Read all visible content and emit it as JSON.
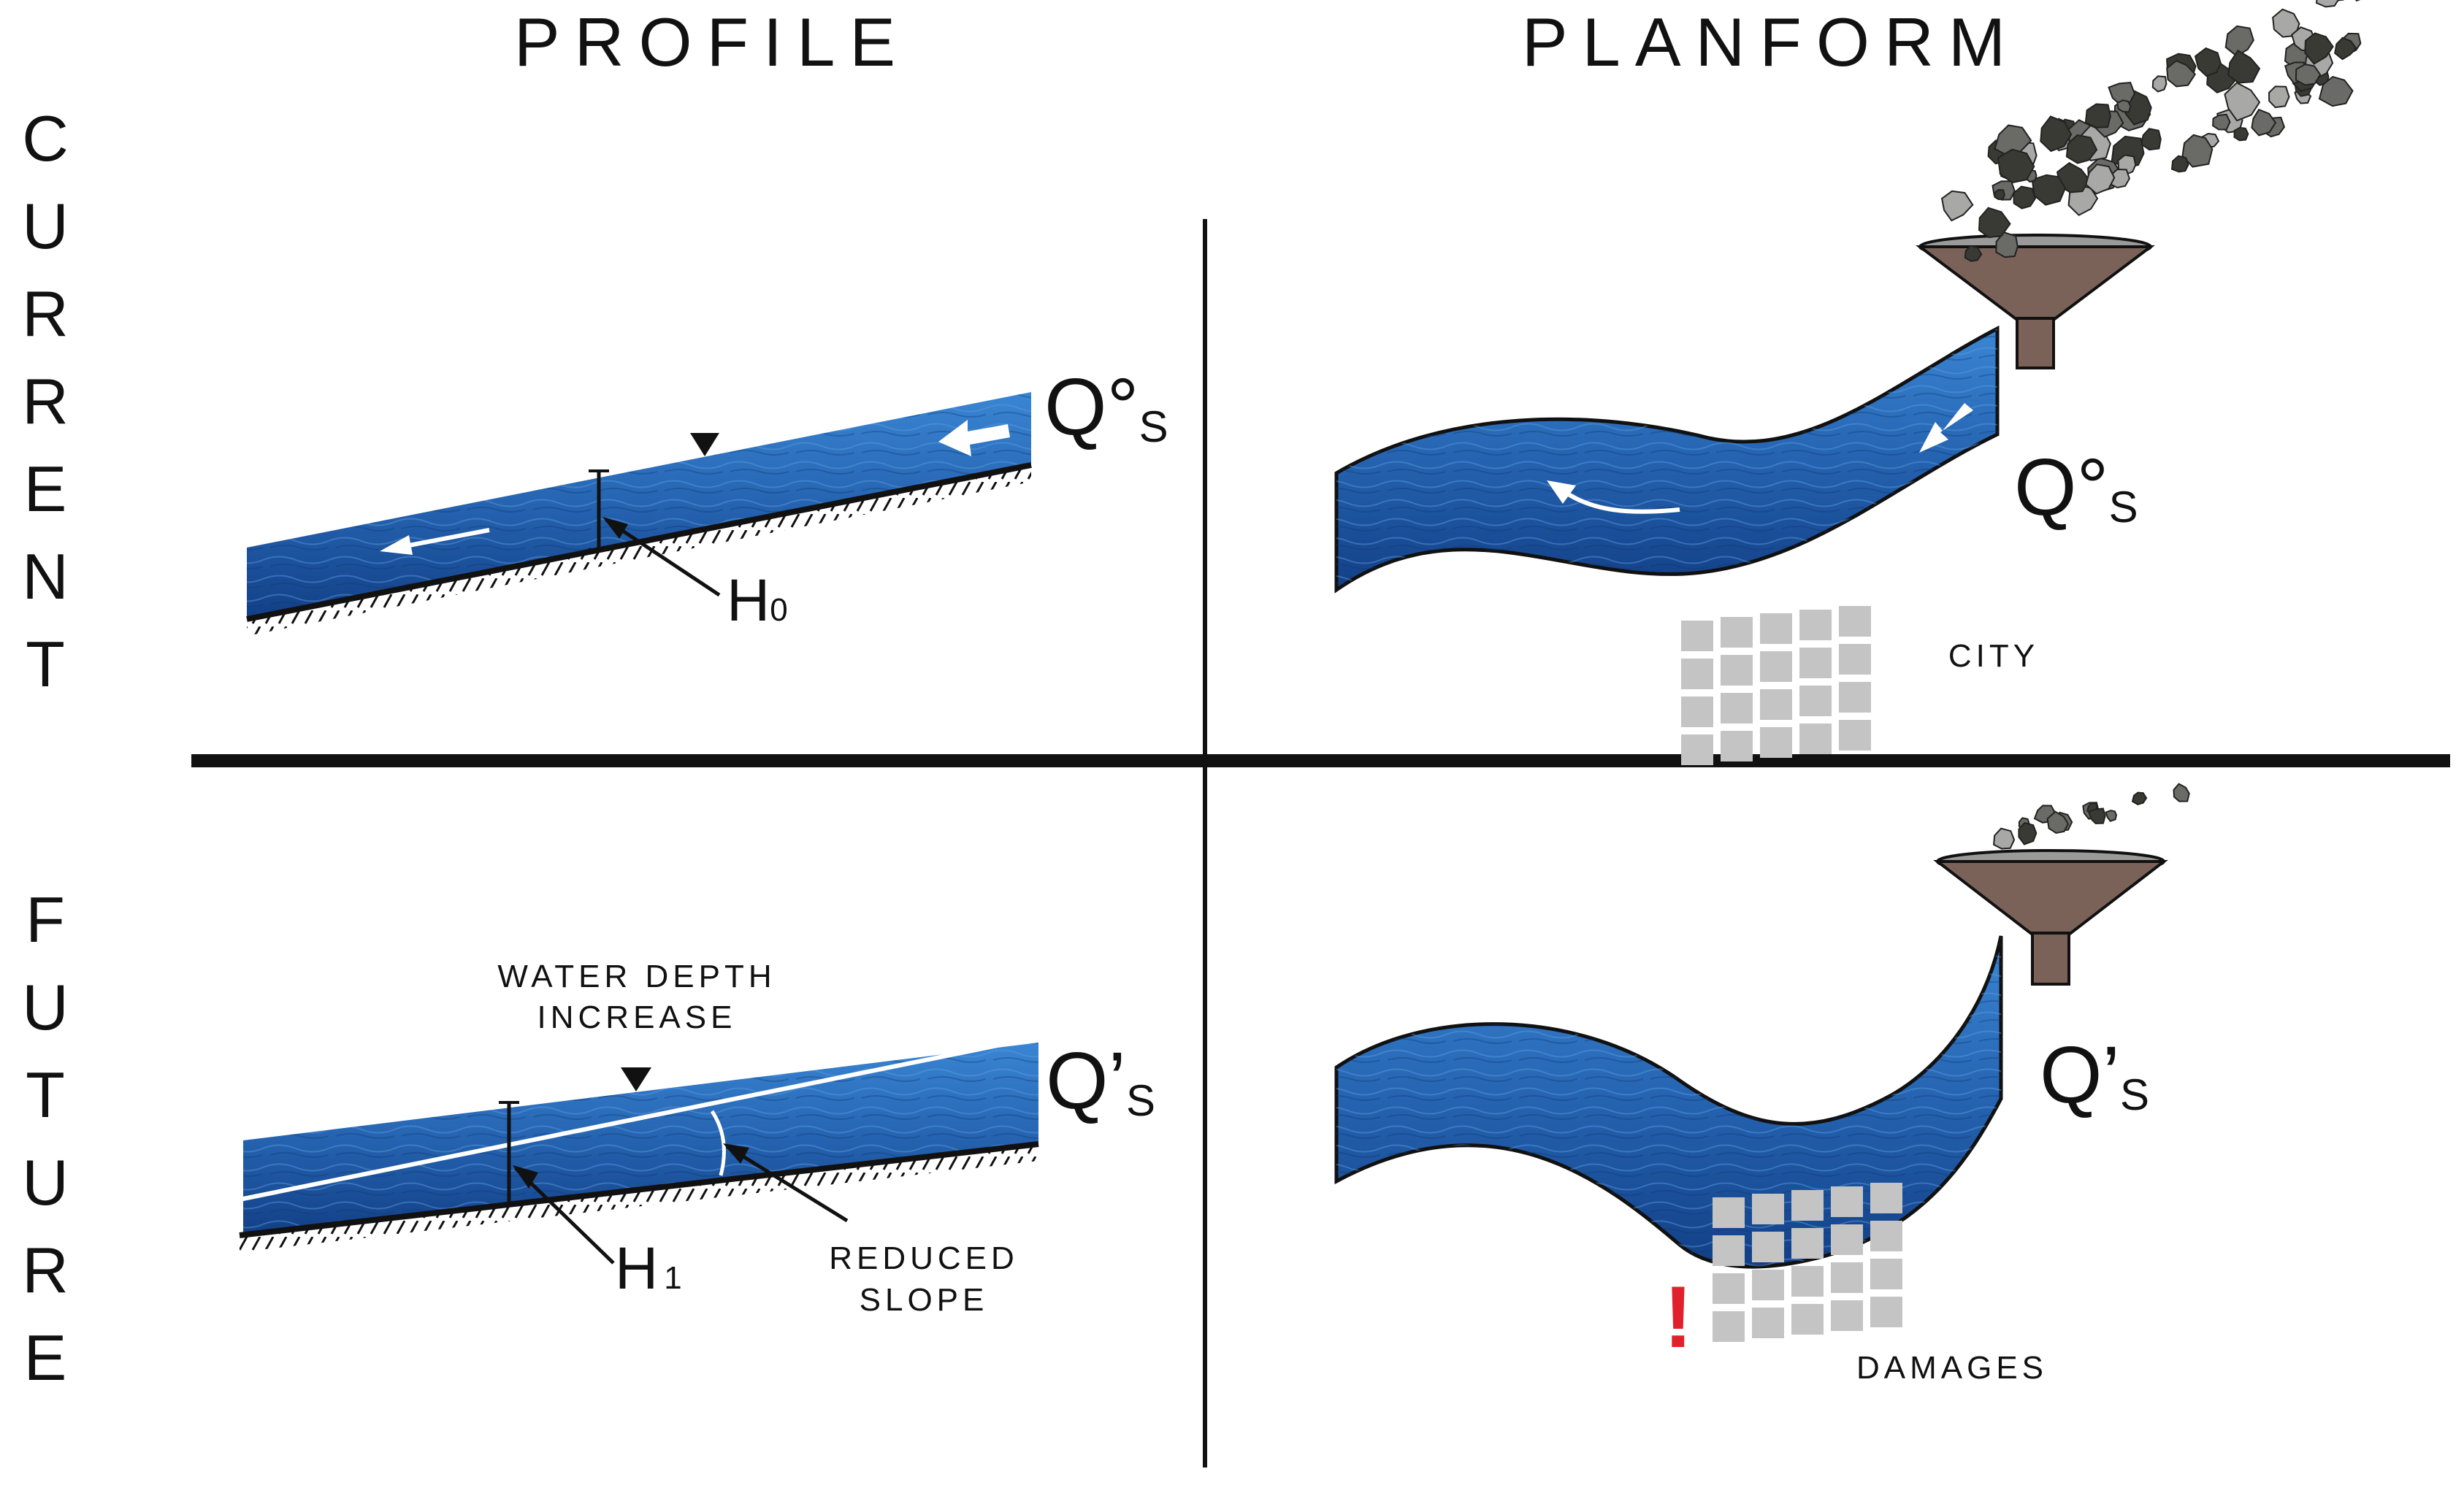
{
  "headers": {
    "profile": "PROFILE",
    "planform": "PLANFORM"
  },
  "rows": {
    "current": "CURRENT",
    "future": "FUTURE"
  },
  "labels": {
    "q_current": "Q°",
    "q_future": "Q’",
    "q_sub": "S",
    "h0": "H",
    "h0_sub": "0",
    "h1": "H",
    "h1_sub": "1",
    "city": "CITY",
    "damages": "DAMAGES",
    "water_depth_line1": "WATER DEPTH",
    "water_depth_line2": "INCREASE",
    "reduced_slope_line1": "REDUCED",
    "reduced_slope_line2": "SLOPE",
    "warning": "!"
  },
  "colors": {
    "water_light": "#2f78c8",
    "water_dark": "#10458f",
    "funnel": "#7a6258",
    "funnel_top": "#9a9a9a",
    "city_block": "#c4c4c4",
    "warning": "#e0202a",
    "ink": "#111111"
  },
  "icons": [
    "flow-arrow-icon",
    "water-surface-marker-icon",
    "funnel-icon",
    "sediment-rock-icon",
    "city-grid-icon"
  ]
}
